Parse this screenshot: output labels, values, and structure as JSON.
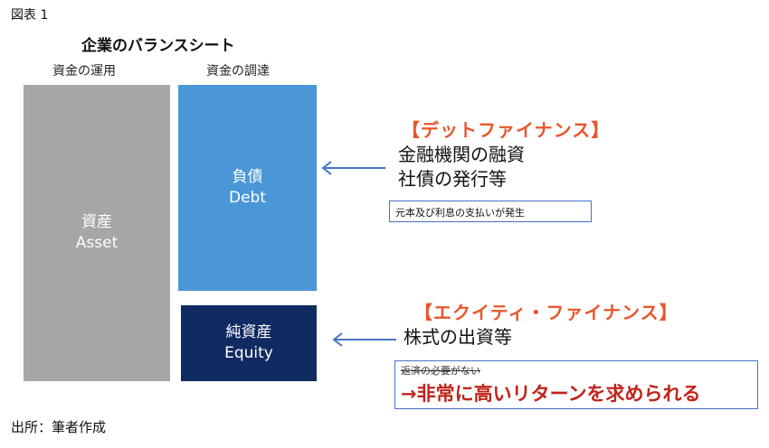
{
  "figure_label": "図表 1",
  "title": "企業のバランスシート",
  "columns": {
    "left": "資金の運用",
    "right": "資金の調達"
  },
  "blocks": {
    "asset": {
      "line1": "資産",
      "line2": "Asset",
      "color": "#a6a6a6"
    },
    "debt": {
      "line1": "負債",
      "line2": "Debt",
      "color": "#4a96d6"
    },
    "equity": {
      "line1": "純資産",
      "line2": "Equity",
      "color": "#102a62"
    }
  },
  "debt_finance": {
    "heading": "【デットファイナンス】",
    "items": [
      "金融機関の融資",
      "社債の発行等"
    ],
    "note": "元本及び利息の支払いが発生"
  },
  "equity_finance": {
    "heading": "【エクイティ・ファイナンス】",
    "items": [
      "株式の出資等"
    ],
    "note_struck": "返済の必要がない",
    "note_emphasis": "→非常に高いリターンを求められる"
  },
  "source": "出所：筆者作成",
  "colors": {
    "heading": "#e8562c",
    "emphasis": "#c0231a",
    "arrow": "#4472c4",
    "box_border": "#4472c4"
  }
}
